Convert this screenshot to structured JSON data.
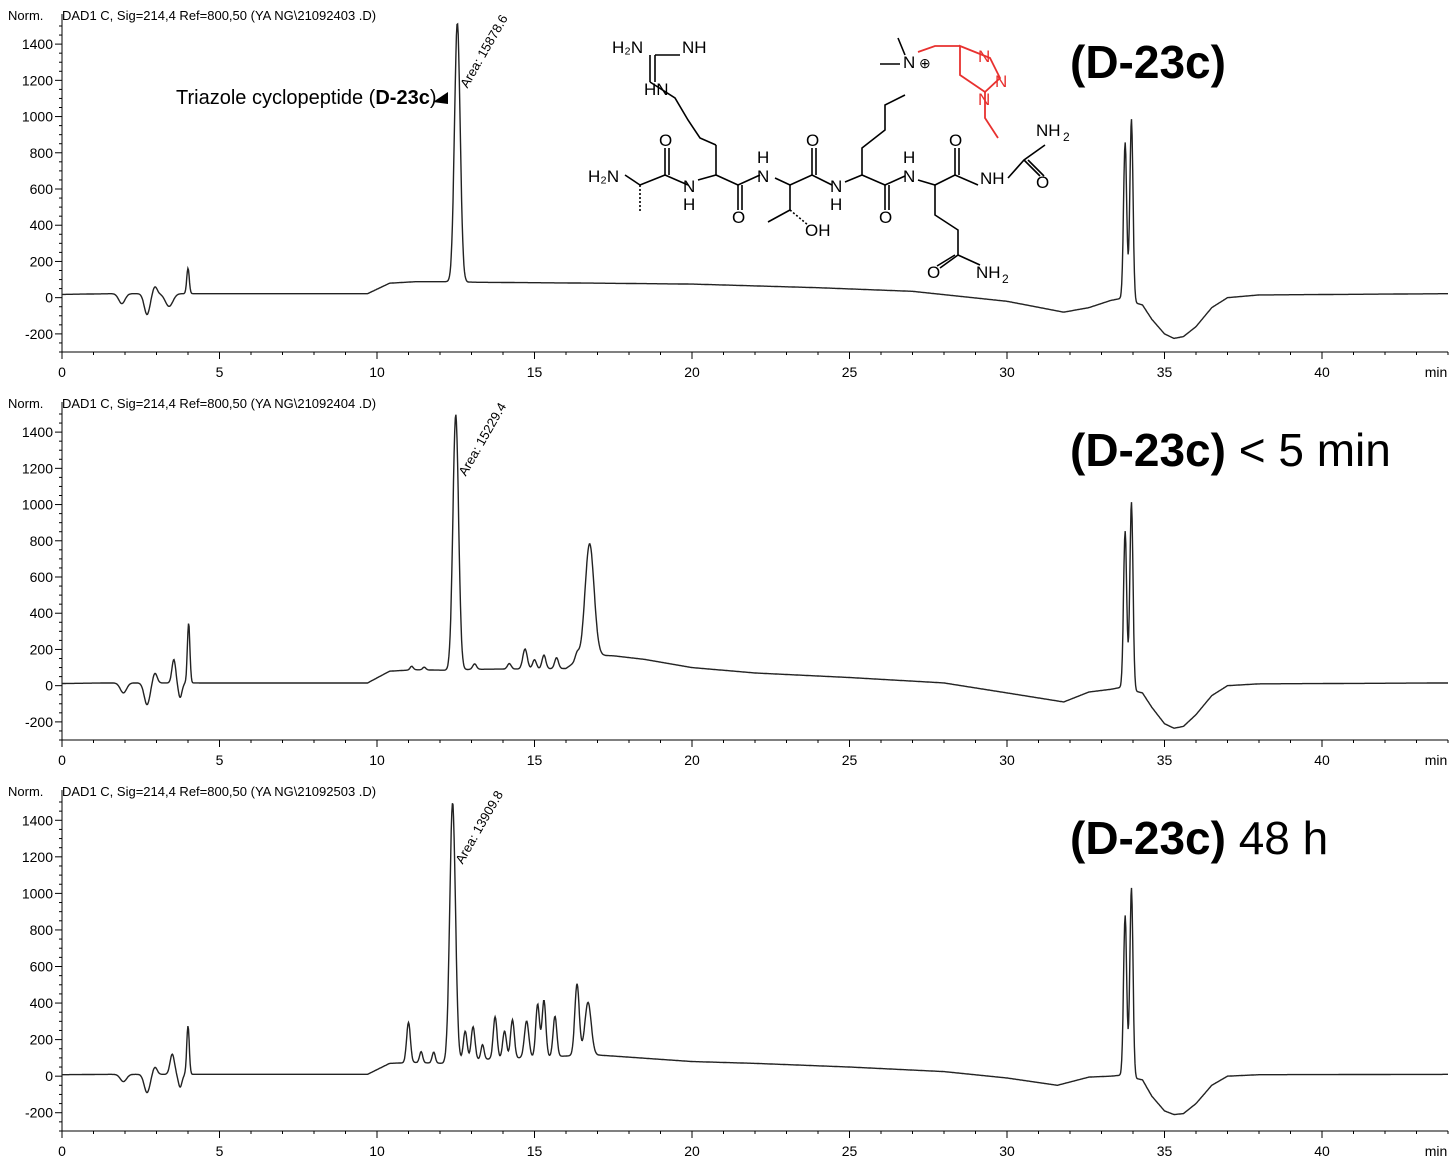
{
  "chart_data": [
    {
      "type": "line",
      "header": "DAD1 C, Sig=214,4 Ref=800,50 (YA NG\\21092403 .D)",
      "ylabel": "Norm.",
      "xlabel": "min",
      "title": "(D-23c)",
      "title_bold": "(D-23c)",
      "title_rest": "",
      "xlim": [
        0,
        44
      ],
      "ylim": [
        -300,
        1500
      ],
      "x_ticks": [
        0,
        5,
        10,
        15,
        20,
        25,
        30,
        35,
        40
      ],
      "y_ticks": [
        -200,
        0,
        200,
        400,
        600,
        800,
        1000,
        1200,
        1400
      ],
      "peak_annotation": {
        "text": "Area: 15878.6",
        "x": 12.55,
        "y": 1540
      },
      "compound_label": {
        "prefix": "Triazole cyclopeptide (",
        "bold": "D-23c",
        "suffix": ")"
      },
      "baseline": [
        [
          0,
          18
        ],
        [
          1.6,
          22
        ],
        [
          9.7,
          22
        ],
        [
          10.4,
          80
        ],
        [
          11.2,
          88
        ],
        [
          12.3,
          88
        ],
        [
          13.2,
          85
        ],
        [
          17,
          80
        ],
        [
          20,
          75
        ],
        [
          24,
          55
        ],
        [
          27,
          35
        ],
        [
          30,
          -20
        ],
        [
          31.8,
          -80
        ],
        [
          32.6,
          -55
        ],
        [
          33.3,
          -15
        ],
        [
          33.6,
          -5
        ],
        [
          34.3,
          -40
        ],
        [
          34.6,
          -120
        ],
        [
          35,
          -200
        ],
        [
          35.3,
          -225
        ],
        [
          35.6,
          -215
        ],
        [
          36,
          -160
        ],
        [
          36.5,
          -55
        ],
        [
          37,
          0
        ],
        [
          38,
          15
        ],
        [
          44,
          22
        ]
      ],
      "peaks": [
        [
          1.9,
          -55,
          0.1
        ],
        [
          2.7,
          -115,
          0.09
        ],
        [
          2.95,
          40,
          0.07
        ],
        [
          3.4,
          -70,
          0.12
        ],
        [
          4.0,
          140,
          0.04
        ],
        [
          12.55,
          1430,
          0.09
        ],
        [
          33.75,
          870,
          0.05
        ],
        [
          33.95,
          1010,
          0.05
        ]
      ]
    },
    {
      "type": "line",
      "header": "DAD1 C, Sig=214,4 Ref=800,50 (YA NG\\21092404 .D)",
      "ylabel": "Norm.",
      "xlabel": "min",
      "title": "(D-23c) < 5 min",
      "title_bold": "(D-23c)",
      "title_rest": " < 5 min",
      "xlim": [
        0,
        44
      ],
      "ylim": [
        -300,
        1500
      ],
      "x_ticks": [
        0,
        5,
        10,
        15,
        20,
        25,
        30,
        35,
        40
      ],
      "y_ticks": [
        -200,
        0,
        200,
        400,
        600,
        800,
        1000,
        1200,
        1400
      ],
      "peak_annotation": {
        "text": "Area: 15229.4",
        "x": 12.5,
        "y": 1540
      },
      "baseline": [
        [
          0,
          12
        ],
        [
          1.5,
          15
        ],
        [
          9.7,
          15
        ],
        [
          10.4,
          80
        ],
        [
          11.2,
          88
        ],
        [
          12.2,
          85
        ],
        [
          13,
          90
        ],
        [
          16,
          95
        ],
        [
          16.6,
          170
        ],
        [
          17.5,
          165
        ],
        [
          18.5,
          145
        ],
        [
          20,
          100
        ],
        [
          22,
          70
        ],
        [
          25,
          45
        ],
        [
          28,
          15
        ],
        [
          30,
          -40
        ],
        [
          31.8,
          -90
        ],
        [
          32.6,
          -35
        ],
        [
          33.3,
          -20
        ],
        [
          33.6,
          -10
        ],
        [
          34.3,
          -40
        ],
        [
          34.6,
          -120
        ],
        [
          35,
          -210
        ],
        [
          35.3,
          -235
        ],
        [
          35.6,
          -225
        ],
        [
          36,
          -160
        ],
        [
          36.5,
          -55
        ],
        [
          37,
          0
        ],
        [
          38,
          10
        ],
        [
          44,
          15
        ]
      ],
      "peaks": [
        [
          1.95,
          -55,
          0.1
        ],
        [
          2.7,
          -120,
          0.09
        ],
        [
          2.95,
          55,
          0.07
        ],
        [
          3.55,
          130,
          0.06
        ],
        [
          3.75,
          -80,
          0.06
        ],
        [
          4.02,
          330,
          0.04
        ],
        [
          11.1,
          20,
          0.05
        ],
        [
          11.5,
          15,
          0.05
        ],
        [
          12.5,
          1410,
          0.09
        ],
        [
          13.1,
          30,
          0.06
        ],
        [
          14.2,
          30,
          0.06
        ],
        [
          14.7,
          110,
          0.07
        ],
        [
          15.0,
          50,
          0.06
        ],
        [
          15.3,
          75,
          0.06
        ],
        [
          15.7,
          60,
          0.06
        ],
        [
          16.35,
          40,
          0.06
        ],
        [
          16.75,
          615,
          0.14
        ],
        [
          33.75,
          870,
          0.05
        ],
        [
          33.95,
          1040,
          0.05
        ]
      ]
    },
    {
      "type": "line",
      "header": "DAD1 C, Sig=214,4 Ref=800,50 (YA NG\\21092503 .D)",
      "ylabel": "Norm.",
      "xlabel": "min",
      "title": "(D-23c) 48 h",
      "title_bold": "(D-23c)",
      "title_rest": " 48 h",
      "xlim": [
        0,
        44
      ],
      "ylim": [
        -300,
        1500
      ],
      "x_ticks": [
        0,
        5,
        10,
        15,
        20,
        25,
        30,
        35,
        40
      ],
      "y_ticks": [
        -200,
        0,
        200,
        400,
        600,
        800,
        1000,
        1200,
        1400
      ],
      "peak_annotation": {
        "text": "Area: 13909.8",
        "x": 12.4,
        "y": 1540
      },
      "baseline": [
        [
          0,
          8
        ],
        [
          1.5,
          10
        ],
        [
          9.7,
          10
        ],
        [
          10.4,
          70
        ],
        [
          11.2,
          75
        ],
        [
          12.1,
          70
        ],
        [
          13,
          90
        ],
        [
          16,
          110
        ],
        [
          16.6,
          120
        ],
        [
          17.5,
          110
        ],
        [
          20,
          80
        ],
        [
          22,
          70
        ],
        [
          25,
          50
        ],
        [
          28,
          25
        ],
        [
          30,
          -10
        ],
        [
          31.6,
          -50
        ],
        [
          32.6,
          -5
        ],
        [
          33.3,
          0
        ],
        [
          33.6,
          5
        ],
        [
          34.3,
          -20
        ],
        [
          34.6,
          -110
        ],
        [
          35,
          -190
        ],
        [
          35.3,
          -210
        ],
        [
          35.6,
          -205
        ],
        [
          36,
          -150
        ],
        [
          36.5,
          -50
        ],
        [
          37,
          0
        ],
        [
          38,
          8
        ],
        [
          44,
          10
        ]
      ],
      "peaks": [
        [
          1.95,
          -40,
          0.1
        ],
        [
          2.7,
          -100,
          0.09
        ],
        [
          2.95,
          40,
          0.07
        ],
        [
          3.5,
          110,
          0.07
        ],
        [
          3.75,
          -70,
          0.06
        ],
        [
          4.0,
          265,
          0.04
        ],
        [
          11.0,
          220,
          0.06
        ],
        [
          11.4,
          60,
          0.05
        ],
        [
          11.8,
          60,
          0.05
        ],
        [
          12.4,
          1420,
          0.09
        ],
        [
          12.8,
          160,
          0.06
        ],
        [
          13.05,
          180,
          0.06
        ],
        [
          13.35,
          80,
          0.05
        ],
        [
          13.75,
          230,
          0.06
        ],
        [
          14.05,
          150,
          0.06
        ],
        [
          14.3,
          210,
          0.06
        ],
        [
          14.75,
          200,
          0.07
        ],
        [
          15.1,
          290,
          0.06
        ],
        [
          15.3,
          310,
          0.06
        ],
        [
          15.65,
          220,
          0.06
        ],
        [
          16.35,
          390,
          0.07
        ],
        [
          16.7,
          285,
          0.1
        ],
        [
          33.75,
          880,
          0.05
        ],
        [
          33.95,
          1040,
          0.05
        ]
      ]
    }
  ],
  "structure": {
    "labels": {
      "h2n_top": "H₂N",
      "nh_top": "NH",
      "hn_guan": "HN",
      "h2n_left": "H₂N",
      "o_1": "O",
      "nh_1": "N",
      "h_1": "H",
      "o_2": "O",
      "nh_2": "N",
      "h_2": "H",
      "o_3": "O",
      "oh": "OH",
      "nh_3": "N",
      "h_3": "H",
      "o_4": "O",
      "n_plus": "N",
      "plus": "⊕",
      "nh_4": "N",
      "h_4": "H",
      "o_5": "O",
      "nh_5": "NH",
      "nh2_right": "NH",
      "nh2_sub": "2",
      "o_6": "O",
      "o_gln": "O",
      "nh2_gln": "NH",
      "nh2_gln_sub": "2",
      "tri_n1": "N",
      "tri_n2": "N",
      "tri_n3": "N"
    },
    "colors": {
      "bond": "#000000",
      "highlight": "#e8312f"
    }
  }
}
